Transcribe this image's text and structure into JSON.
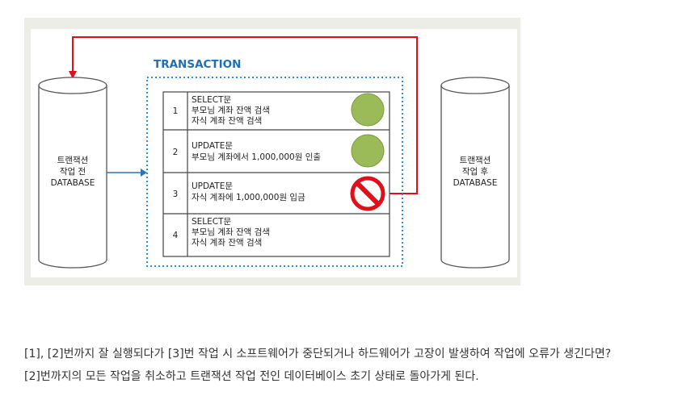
{
  "diagram": {
    "title": "TRANSACTION",
    "db_before": {
      "lines": [
        "트랜잭션",
        "작업 전",
        "DATABASE"
      ]
    },
    "db_after": {
      "lines": [
        "트랜잭션",
        "작업 후",
        "DATABASE"
      ]
    },
    "steps": [
      {
        "num": "1",
        "lines": [
          "SELECT문",
          "부모님 계좌 잔액 검색",
          "자식 계좌 잔액 검색"
        ],
        "status": "ok"
      },
      {
        "num": "2",
        "lines": [
          "UPDATE문",
          "부모님 계좌에서 1,000,000원 인출"
        ],
        "status": "ok"
      },
      {
        "num": "3",
        "lines": [
          "UPDATE문",
          "자식 계좌에 1,000,000원 입금"
        ],
        "status": "error"
      },
      {
        "num": "4",
        "lines": [
          "SELECT문",
          "부모님 계좌 잔액 검색",
          "자식 계좌 잔액 검색"
        ],
        "status": "none"
      }
    ],
    "colors": {
      "title": "#1f6fb2",
      "dotted_border": "#2a8fd6",
      "ok_circle": "#9bbb59",
      "error": "#e0101a",
      "rollback_arrow": "#e0101a",
      "input_arrow": "#2e75b6"
    }
  },
  "caption": {
    "line1": "[1], [2]번까지 잘 실행되다가 [3]번 작업 시 소프트웨어가 중단되거나 하드웨어가 고장이 발생하여 작업에 오류가 생긴다면?",
    "line2": "[2]번까지의 모든 작업을 취소하고 트랜잭션 작업 전인 데이터베이스 초기 상태로 돌아가게 된다."
  }
}
